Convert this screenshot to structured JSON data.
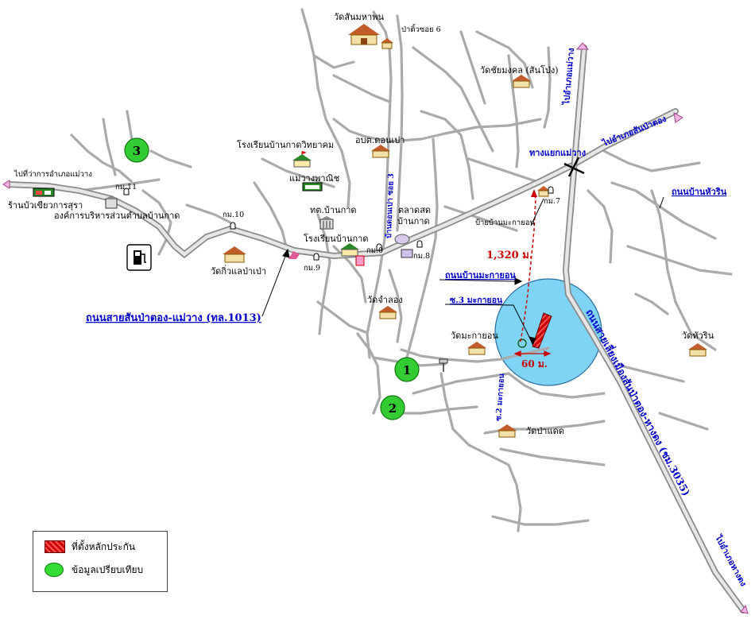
{
  "places": {
    "wat_san_maha_phon": "วัดสันมหาพน",
    "pa_tio_soi": "ป่าติ้วซอย 6",
    "wat_chai_mongkhon": "วัดชัยมงคล (สันโป่ง)",
    "school_ban_kat_witthayakhom": "โรงเรียนบ้านกาดวิทยาคม",
    "mae_wang_phanit": "แม่วางพาณิช",
    "obt_don_pao": "อบต.ดอนเปา",
    "post_office_ban_kat": "ทต.บ้านกาด",
    "school_ban_kat": "โรงเรียนบ้านกาด",
    "market_ban_kat_line1": "ตลาดสด",
    "market_ban_kat_line2": "บ้านกาด",
    "wat_kio_lae_pao": "วัดกิ่วแลป่าเป่า",
    "wat_cham_long": "วัดจำลอง",
    "wat_ma_kai_on": "วัดมะกายอน",
    "wat_pa_daet": "วัดป่าแดด",
    "wat_hua_rin": "วัดหัวริน",
    "district_office_mae_wang": "ไปที่ว่าการอำเภอแม่วาง",
    "liquor_shop": "ร้านบัวเขียวการสุรา",
    "sao_ban_kat": "องค์การบริหารส่วนตำบลบ้านกาด",
    "ma_kai_on_sign": "ป้ายบ้านมะกายอน"
  },
  "km_markers": {
    "km11": "กม.11",
    "km10": "กม.10",
    "km9": "กม.9",
    "km0": "กม.0",
    "km8": "กม.8",
    "km7": "กม.7"
  },
  "roads": {
    "to_amphoe_mae_wang": "ไปอำเภอแม่วาง",
    "to_amphoe_san_pa_tong": "ไปอำเภอสันป่าตอง",
    "mae_wang_junction": "ทางแยกแม่วาง",
    "road_ban_hua_rin": "ถนนบ้านหัวริน",
    "road_ban_ma_kai_on": "ถนนบ้านมะกายอน",
    "soi_3_ma_kai_on": "ซ.3 มะกายอน",
    "soi_2_ma_kai_on": "ซ.2 มะกายอน",
    "road_don_pao_soi_3": "บ้านดอนเปา ซอย 3",
    "road_san_pa_tong_mae_wang": "ถนนสายสันป่าตอง-แม่วาง (ทล.1013)",
    "road_bypass_san_pa_tong_hang_dong": "ถนนสายเลี่ยงเมืองสันป่าตอง-หางดง (ชม.3035)",
    "to_amphoe_hang_dong": "ไปอำเภอหางดง"
  },
  "distances": {
    "to_junction": "1,320 ม.",
    "frontage": "60 ม."
  },
  "markers": {
    "compare_1": "1",
    "compare_2": "2",
    "compare_3": "3"
  },
  "legend": {
    "collateral_location": "ที่ตั้งหลักประกัน",
    "comparison_data": "ข้อมูลเปรียบเทียบ"
  },
  "colors": {
    "collateral": "#cc0000",
    "comparison": "#33cc33",
    "study_area": "#7fd3f4",
    "road_label": "#0000cc"
  }
}
